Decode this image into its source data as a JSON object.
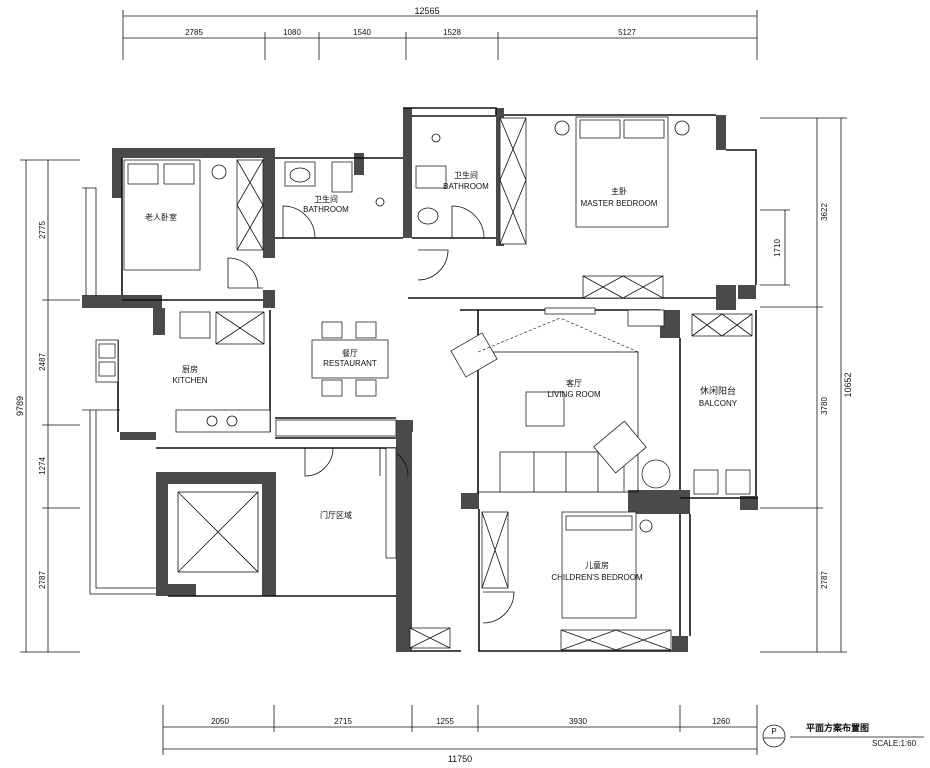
{
  "dimensions": {
    "top_total": "12565",
    "top_segments": [
      "2785",
      "1080",
      "1540",
      "1528",
      "5127"
    ],
    "bottom_total": "11750",
    "bottom_segments": [
      "2050",
      "2715",
      "1255",
      "3930",
      "1260"
    ],
    "left_total": "9789",
    "left_segments": [
      "2775",
      "2487",
      "1274",
      "2787"
    ],
    "right_total": "10652",
    "right_segments": [
      "3622",
      "1710",
      "3780",
      "2787"
    ]
  },
  "rooms": {
    "elderly_bedroom": "老人卧室",
    "bathroom_1_cn": "卫生间",
    "bathroom_1_en": "BATHROOM",
    "bathroom_2_cn": "卫生间",
    "bathroom_2_en": "BATHROOM",
    "master_cn": "主卧",
    "master_en": "MASTER BEDROOM",
    "kitchen_cn": "厨房",
    "kitchen_en": "KITCHEN",
    "dining_cn": "餐厅",
    "dining_en": "RESTAURANT",
    "living_cn": "客厅",
    "living_en": "LIVING ROOM",
    "balcony_cn": "休闲阳台",
    "balcony_en": "BALCONY",
    "entry_cn": "门厅区域",
    "children_cn": "儿童房",
    "children_en": "CHILDREN'S BEDROOM"
  },
  "title_block": {
    "symbol": "P",
    "title": "平面方案布置图",
    "scale": "SCALE:1:60"
  }
}
